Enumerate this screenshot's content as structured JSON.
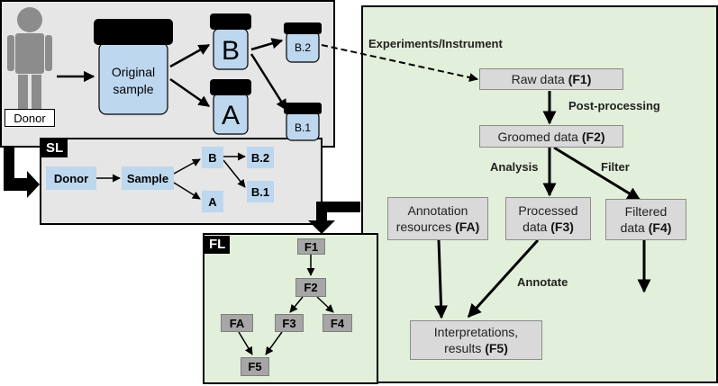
{
  "top_panel": {
    "donor_label": "Donor",
    "original_sample_lines": [
      "Original",
      "sample"
    ],
    "jar_b": "B",
    "jar_a": "A",
    "jar_b2": "B.2",
    "jar_b1": "B.1"
  },
  "main_panel": {
    "experiments_label": "Experiments/Instrument",
    "raw_data": {
      "text": "Raw data ",
      "code": "(F1)"
    },
    "post_processing_label": "Post-processing",
    "groomed_data": {
      "text": "Groomed  data ",
      "code": "(F2)"
    },
    "analysis_label": "Analysis",
    "filter_label": "Filter",
    "annotation_resources": {
      "line1": "Annotation",
      "line2": "resources ",
      "code": "(FA)"
    },
    "processed_data": {
      "line1": "Processed",
      "line2": "data ",
      "code": "(F3)"
    },
    "filtered_data": {
      "line1": "Filtered",
      "line2": "data ",
      "code": "(F4)"
    },
    "annotate_label": "Annotate",
    "interpretations": {
      "line1": "Interpretations,",
      "line2": "results ",
      "code": "(F5)"
    }
  },
  "sl_panel": {
    "tag": "SL",
    "nodes": {
      "donor": "Donor",
      "sample": "Sample",
      "b": "B",
      "a": "A",
      "b2": "B.2",
      "b1": "B.1"
    }
  },
  "fl_panel": {
    "tag": "FL",
    "nodes": {
      "f1": "F1",
      "f2": "F2",
      "fa": "FA",
      "f3": "F3",
      "f4": "F4",
      "f5": "F5"
    }
  },
  "colors": {
    "gray_panel": "#e6e6e6",
    "green_panel": "#e2efda",
    "light_blue": "#bdd7ee",
    "dark_gray_node": "#a6a6a6"
  }
}
